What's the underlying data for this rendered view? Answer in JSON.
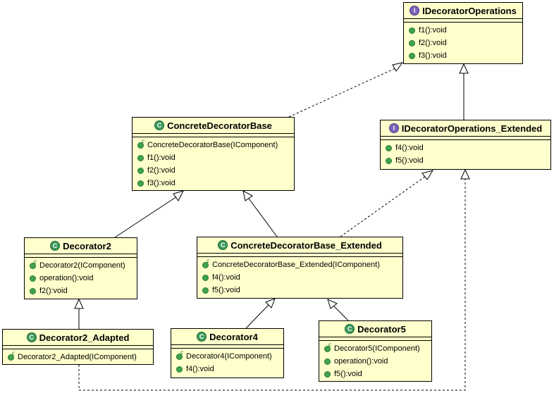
{
  "classes": {
    "ideco": {
      "kind": "interface",
      "name": "IDecoratorOperations",
      "ops": [
        "f1():void",
        "f2():void",
        "f3():void"
      ]
    },
    "cdb": {
      "kind": "class",
      "name": "ConcreteDecoratorBase",
      "ops": [
        "ConcreteDecoratorBase(IComponent)",
        "f1():void",
        "f2():void",
        "f3():void"
      ]
    },
    "idecx": {
      "kind": "interface",
      "name": "IDecoratorOperations_Extended",
      "ops": [
        "f4():void",
        "f5():void"
      ]
    },
    "dec2": {
      "kind": "class",
      "name": "Decorator2",
      "ops": [
        "Decorator2(IComponent)",
        "operation():void",
        "f2():void"
      ]
    },
    "cdbx": {
      "kind": "class",
      "name": "ConcreteDecoratorBase_Extended",
      "ops": [
        "ConcreteDecoratorBase_Extended(IComponent)",
        "f4():void",
        "f5():void"
      ]
    },
    "dec2a": {
      "kind": "class",
      "name": "Decorator2_Adapted",
      "ops": [
        "Decorator2_Adapted(IComponent)"
      ]
    },
    "dec4": {
      "kind": "class",
      "name": "Decorator4",
      "ops": [
        "Decorator4(IComponent)",
        "f4():void"
      ]
    },
    "dec5": {
      "kind": "class",
      "name": "Decorator5",
      "ops": [
        "Decorator5(IComponent)",
        "operation():void",
        "f5():void"
      ]
    }
  },
  "colors": {
    "box_fill": "#ffffcc",
    "class_badge": "#3d9a5c",
    "interface_badge": "#7b63b8",
    "member_dot": "#3fa34d"
  }
}
